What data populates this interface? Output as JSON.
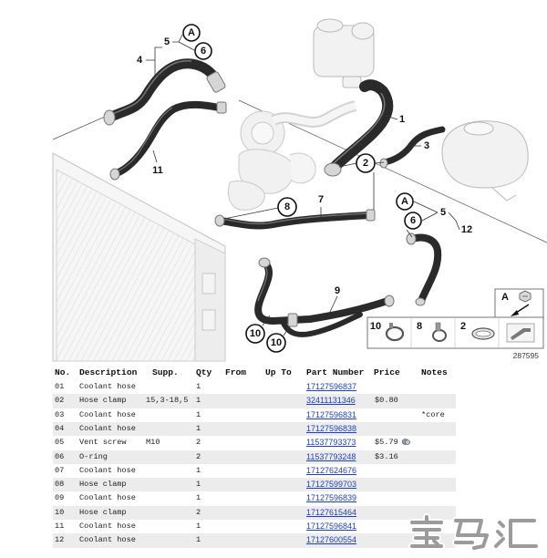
{
  "diagram": {
    "callouts": [
      "4",
      "5",
      "A",
      "6",
      "1",
      "2",
      "3",
      "11",
      "7",
      "8",
      "A",
      "5",
      "6",
      "12",
      "9",
      "10",
      "10"
    ],
    "legend": [
      "A",
      "10",
      "8",
      "2"
    ],
    "figure_number": "287595"
  },
  "table": {
    "headers": [
      "No.",
      "Description",
      "Supp.",
      "Qty",
      "From",
      "Up To",
      "Part Number",
      "Price",
      "Notes"
    ],
    "rows": [
      {
        "no": "01",
        "description": "Coolant hose",
        "supp": "",
        "qty": "1",
        "from": "",
        "up_to": "",
        "part_number": "17127596837",
        "price": "",
        "notes": ""
      },
      {
        "no": "02",
        "description": "Hose clamp",
        "supp": "15,3-18,5",
        "qty": "1",
        "from": "",
        "up_to": "",
        "part_number": "32411131346",
        "price": "$0.80",
        "notes": ""
      },
      {
        "no": "03",
        "description": "Coolant hose",
        "supp": "",
        "qty": "1",
        "from": "",
        "up_to": "",
        "part_number": "17127596831",
        "price": "",
        "notes": "*core"
      },
      {
        "no": "04",
        "description": "Coolant hose",
        "supp": "",
        "qty": "1",
        "from": "",
        "up_to": "",
        "part_number": "17127596838",
        "price": "",
        "notes": ""
      },
      {
        "no": "05",
        "description": "Vent screw",
        "supp": "M10",
        "qty": "2",
        "from": "",
        "up_to": "",
        "part_number": "11537793373",
        "price": "$5.79",
        "notes": "",
        "price_icon": "price-note-icon"
      },
      {
        "no": "06",
        "description": "O-ring",
        "supp": "",
        "qty": "2",
        "from": "",
        "up_to": "",
        "part_number": "11537793248",
        "price": "$3.16",
        "notes": ""
      },
      {
        "no": "07",
        "description": "Coolant hose",
        "supp": "",
        "qty": "1",
        "from": "",
        "up_to": "",
        "part_number": "17127624676",
        "price": "",
        "notes": ""
      },
      {
        "no": "08",
        "description": "Hose clamp",
        "supp": "",
        "qty": "1",
        "from": "",
        "up_to": "",
        "part_number": "17127599703",
        "price": "",
        "notes": ""
      },
      {
        "no": "09",
        "description": "Coolant hose",
        "supp": "",
        "qty": "1",
        "from": "",
        "up_to": "",
        "part_number": "17127596839",
        "price": "",
        "notes": ""
      },
      {
        "no": "10",
        "description": "Hose clamp",
        "supp": "",
        "qty": "2",
        "from": "",
        "up_to": "",
        "part_number": "17127615464",
        "price": "",
        "notes": ""
      },
      {
        "no": "11",
        "description": "Coolant hose",
        "supp": "",
        "qty": "1",
        "from": "",
        "up_to": "",
        "part_number": "17127596841",
        "price": "",
        "notes": ""
      },
      {
        "no": "12",
        "description": "Coolant hose",
        "supp": "",
        "qty": "1",
        "from": "",
        "up_to": "",
        "part_number": "17127600554",
        "price": "",
        "notes": ""
      }
    ]
  },
  "watermark": "宝马汇",
  "colors": {
    "link": "#1c3fc4",
    "hose": "#2a2a2a",
    "row_alt": "#ececec",
    "ghost_part": "#f1f1f1"
  }
}
